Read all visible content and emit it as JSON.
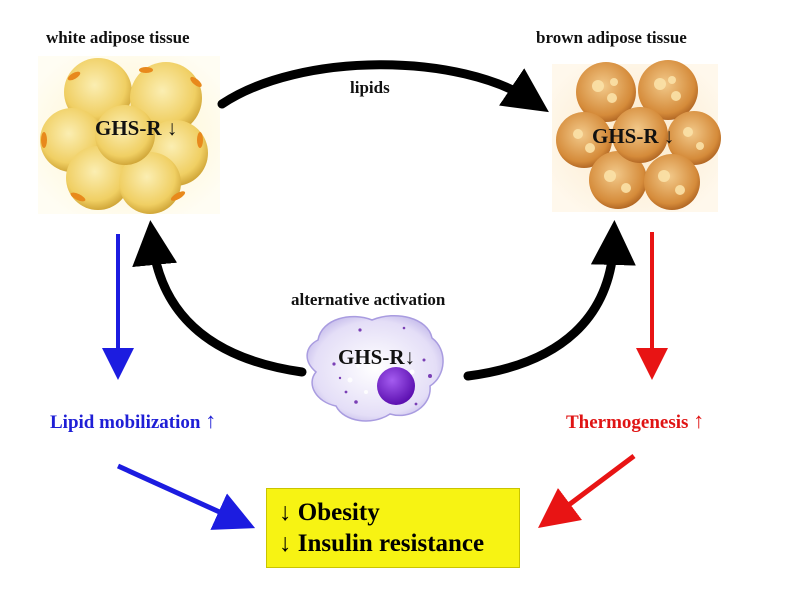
{
  "labels": {
    "wat_title": "white adipose tissue",
    "bat_title": "brown adipose tissue",
    "lipids": "lipids",
    "alternative_activation": "alternative activation",
    "wat_ghsr": "GHS-R ↓",
    "bat_ghsr": "GHS-R ↓",
    "macrophage_ghsr": "GHS-R↓",
    "lipid_mobilization": "Lipid mobilization ",
    "lipid_mobilization_arrow": "↑",
    "thermogenesis": "Thermogenesis ",
    "thermogenesis_arrow": "↑"
  },
  "outcomes": {
    "line1": "↓ Obesity",
    "line2": "↓ Insulin resistance"
  },
  "colors": {
    "blue_arrow": "#1c1ce0",
    "red_arrow": "#e81414",
    "black_arrow": "#000000",
    "wat_cell": "#f3d36a",
    "bat_cell": "#d9963f",
    "outcome_box": "#f7f313",
    "macrophage": "#c9c0ef",
    "nucleus": "#7a1fd0"
  }
}
